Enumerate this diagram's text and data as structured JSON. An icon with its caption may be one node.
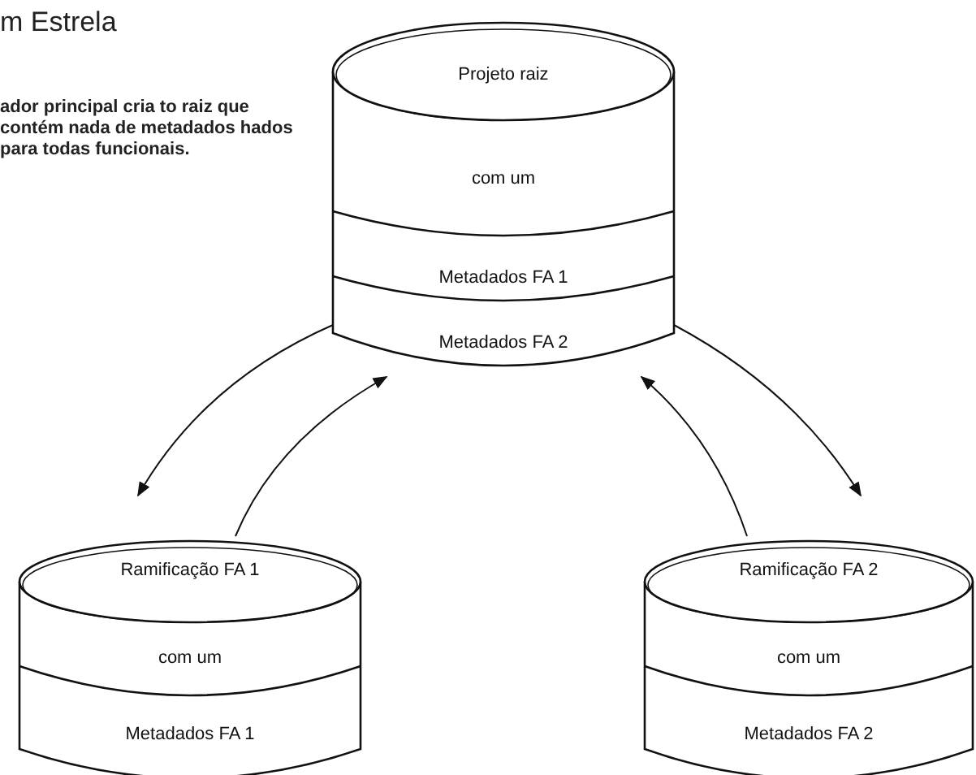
{
  "diagram": {
    "title": "m Estrela",
    "nodes": [
      {
        "text": [
          "Projeto raiz",
          "com um",
          "Metadados FA 1",
          "Metadados FA 2"
        ]
      },
      {
        "text": [
          "Ramificação FA 1",
          "com um",
          "Metadados FA 1"
        ]
      },
      {
        "text": [
          "Ramificação FA 2",
          "com um",
          "Metadados FA 2"
        ]
      }
    ],
    "edges": [
      {
        "from": 0,
        "to": 1,
        "arrow": "to"
      },
      {
        "from": 1,
        "to": 0,
        "arrow": "to"
      },
      {
        "from": 0,
        "to": 2,
        "arrow": "to"
      },
      {
        "from": 2,
        "to": 0,
        "arrow": "to"
      }
    ],
    "labels": [
      "ador principal cria to raiz que contém nada de metadados hados para todas funcionais."
    ]
  }
}
